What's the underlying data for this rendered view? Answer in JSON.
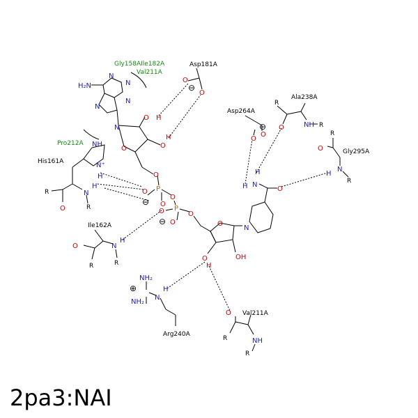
{
  "caption": "2pa3:NAI",
  "residues": {
    "asp181": "Asp181A",
    "asp264": "Asp264A",
    "ala238": "Ala238A",
    "gly295": "Gly295A",
    "his161": "His161A",
    "ile162": "Ile162A",
    "arg240": "Arg240A",
    "val211_bottom": "Val211A",
    "gly158_ile182": "Gly158AIle182A",
    "val211_top": "Val211A",
    "pro212": "Pro212A"
  },
  "atoms": {
    "O": "O",
    "N": "N",
    "H": "H",
    "NH": "NH",
    "OH": "OH",
    "R": "R",
    "P": "P",
    "H2N": "H₂N",
    "NH2": "NH₂",
    "NHplus": "N⁺",
    "minus": "⊖",
    "plus": "⊕"
  },
  "colors": {
    "oxygen": "#d40000",
    "nitrogen": "#1a1acc",
    "phosphorus": "#cc6600",
    "hydrophobic": "#138a13",
    "bond": "#000000"
  }
}
